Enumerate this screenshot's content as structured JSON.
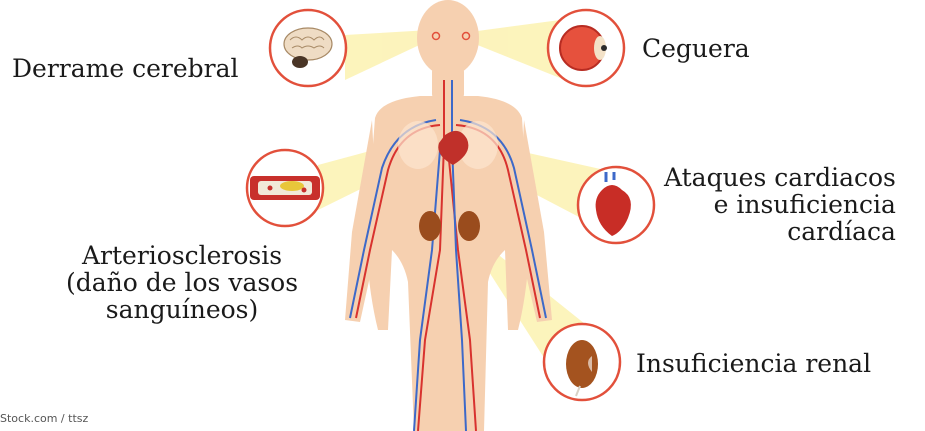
{
  "labels": {
    "stroke": "Derrame cerebral",
    "blindness": "Ceguera",
    "heart": [
      "Ataques cardiacos",
      "e insuficiencia",
      "cardíaca"
    ],
    "arterio": [
      "Arteriosclerosis",
      "(daño de los vasos",
      "sanguíneos)"
    ],
    "kidney": "Insuficiencia renal"
  },
  "credit": "Stock.com / ttsz",
  "icons": {
    "brain": "brain-icon",
    "eye": "eye-icon",
    "heart": "heart-icon",
    "artery": "artery-plaque-icon",
    "kidney": "kidney-icon"
  },
  "colors": {
    "circle_border": "#e2503b",
    "beam": "#fbf0a6",
    "skin": "#f6d0b0",
    "artery": "#d8322e",
    "vein": "#3d69c9"
  }
}
